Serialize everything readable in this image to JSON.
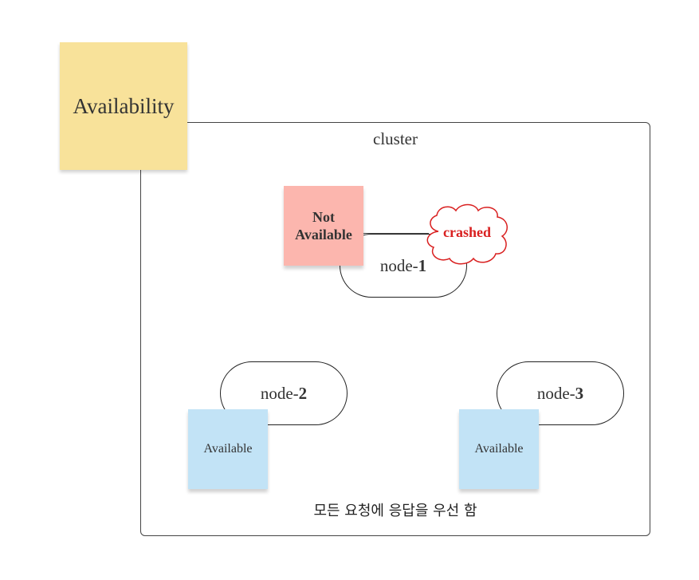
{
  "sticky_notes": {
    "availability": "Availability",
    "node1_status": [
      "Not",
      "Available"
    ],
    "node2_status": "Available",
    "node3_status": "Available"
  },
  "cluster": {
    "title": "cluster",
    "note": "모든 요청에 응답을 우선 함"
  },
  "nodes": [
    {
      "prefix": "node-",
      "number": "1"
    },
    {
      "prefix": "node-",
      "number": "2"
    },
    {
      "prefix": "node-",
      "number": "3"
    }
  ],
  "cloud": {
    "label": "crashed",
    "color": "#d92020"
  },
  "colors": {
    "availability_note": "#f8e29a",
    "not_available_note": "#fcb6ae",
    "available_note": "#c2e3f6"
  }
}
